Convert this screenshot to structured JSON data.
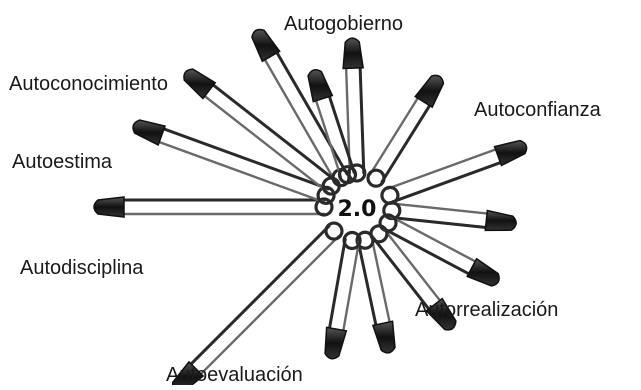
{
  "diagram": {
    "center_label": "2.0",
    "labels": {
      "autogobierno": "Autogobierno",
      "autoconocimiento": "Autoconocimiento",
      "autoconfianza": "Autoconfianza",
      "autoestima": "Autoestima",
      "autodisciplina": "Autodisciplina",
      "autorrealizacion": "Autorrealización",
      "autoevaluacion": "Autoevaluación"
    },
    "pin_count": 14,
    "colors": {
      "metal": "#2a2a2a",
      "background": "#ffffff",
      "text": "#1a1a1a"
    }
  }
}
